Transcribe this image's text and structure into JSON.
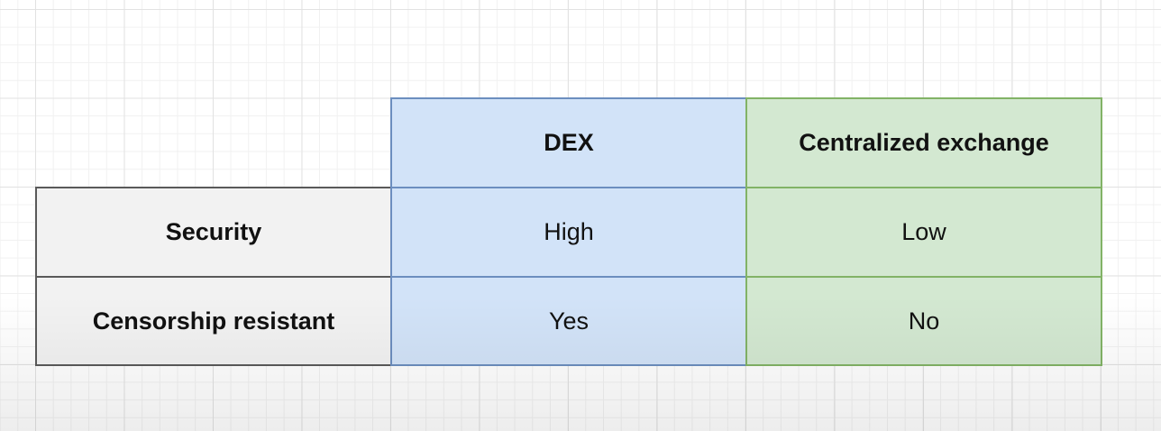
{
  "table": {
    "columns": [
      {
        "label": "DEX",
        "color": "#d2e3f8",
        "border_color": "#6c8ebf"
      },
      {
        "label": "Centralized exchange",
        "color": "#d3e8d1",
        "border_color": "#82b366"
      }
    ],
    "rows": [
      {
        "label": "Security",
        "values": [
          "High",
          "Low"
        ]
      },
      {
        "label": "Censorship resistant",
        "values": [
          "Yes",
          "No"
        ]
      }
    ],
    "row_header_color": "#f2f2f2"
  }
}
